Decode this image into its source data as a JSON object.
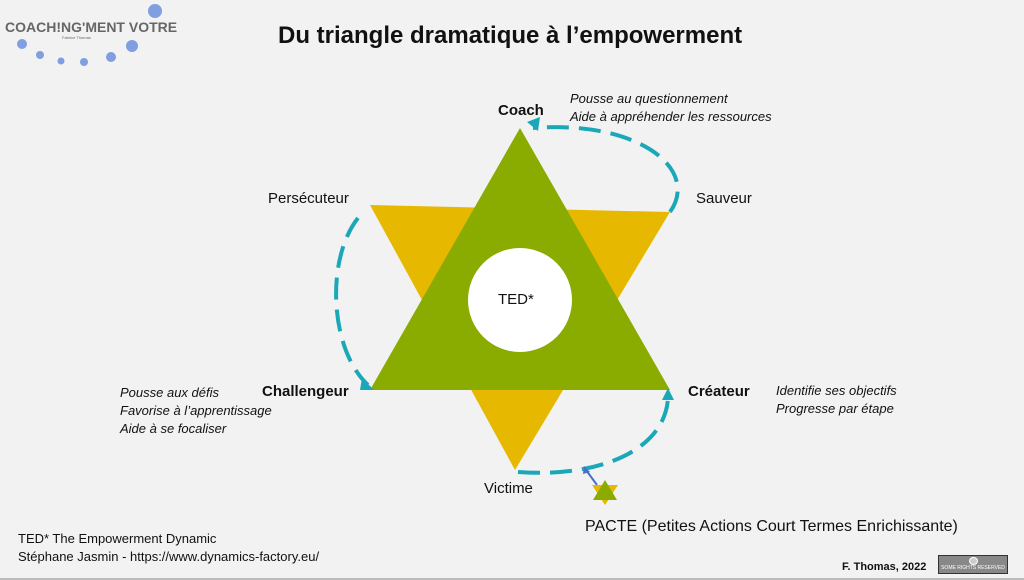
{
  "logo": {
    "name": "COACH!NG'MENT VOTRE",
    "subtitle": "Fabrice Thomas"
  },
  "title": "Du triangle dramatique à l’empowerment",
  "colors": {
    "green": "#8aac00",
    "yellow": "#e6b800",
    "teal": "#1aa8b8",
    "arrow": "#4a6fc8",
    "dots": "#7f9fe0"
  },
  "center": "TED*",
  "roles": {
    "coach": "Coach",
    "sauveur": "Sauveur",
    "persecuteur": "Persécuteur",
    "challengeur": "Challengeur",
    "createur": "Créateur",
    "victime": "Victime"
  },
  "coach_notes": [
    "Pousse au questionnement",
    "Aide à appréhender les ressources"
  ],
  "challengeur_notes": [
    "Pousse aux défis",
    "Favorise à l’apprentissage",
    "Aide à se focaliser"
  ],
  "createur_notes": [
    "Identifie ses objectifs",
    "Progresse par étape"
  ],
  "pacte": "PACTE (Petites Actions Court Termes Enrichissante)",
  "footer": {
    "line1": "TED* The Empowerment Dynamic",
    "line2": "Stéphane Jasmin - https://www.dynamics-factory.eu/",
    "credit": "F. Thomas, 2022",
    "license": "SOME RIGHTS RESERVED"
  }
}
